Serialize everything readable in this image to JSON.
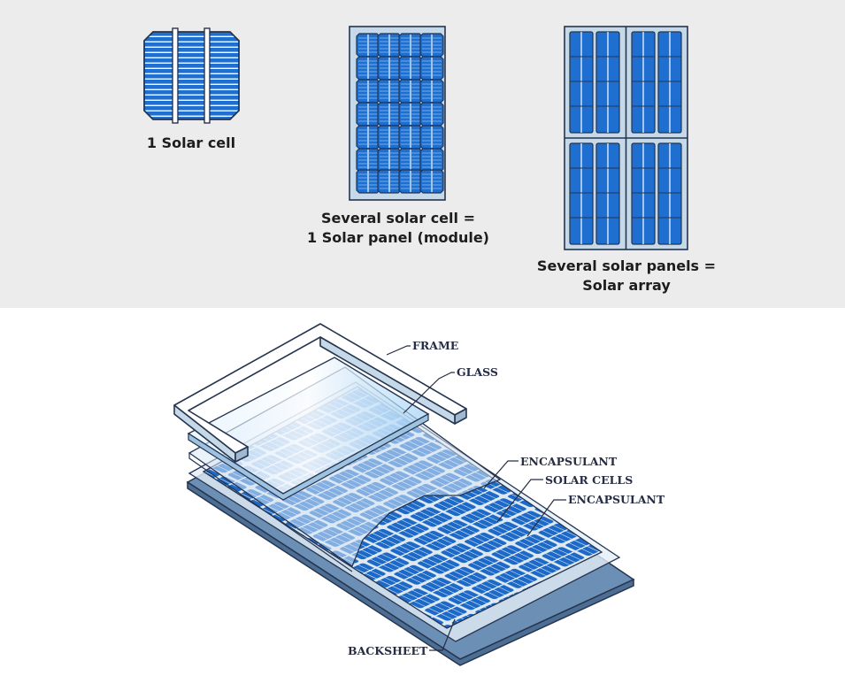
{
  "top": {
    "cell_caption": "1 Solar cell",
    "panel_caption_line1": "Several solar cell =",
    "panel_caption_line2": "1 Solar panel (module)",
    "array_caption_line1": "Several solar panels =",
    "array_caption_line2": "Solar array"
  },
  "layers": {
    "frame": "FRAME",
    "glass": "GLASS",
    "encapsulant_top": "ENCAPSULANT",
    "solar_cells": "SOLAR CELLS",
    "encapsulant_bottom": "ENCAPSULANT",
    "backsheet": "BACKSHEET"
  },
  "colors": {
    "top_background": "#ececec",
    "cell_blue": "#1f6fd0",
    "cell_border": "#26344f",
    "frame_fill": "#c5d9e8",
    "backsheet": "#6b8fb5",
    "label_text": "#262d44"
  }
}
